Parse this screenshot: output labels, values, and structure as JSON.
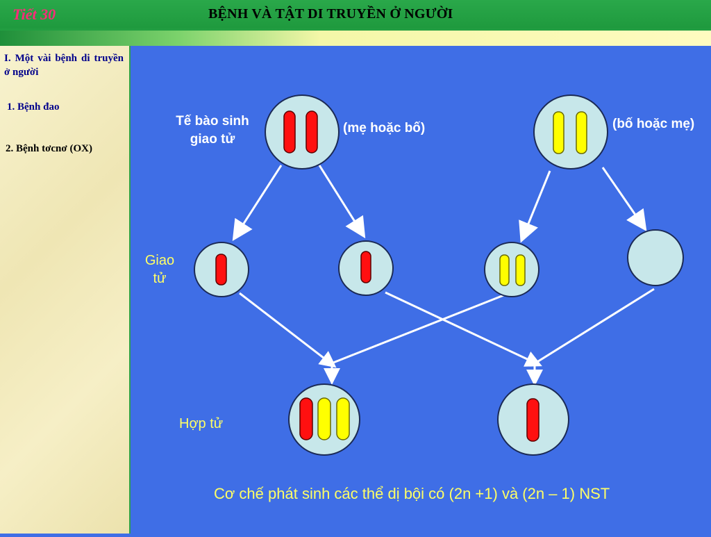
{
  "header": {
    "lesson": "Tiết 30",
    "title": "BỆNH VÀ TẬT DI TRUYỀN Ở  NGƯỜI"
  },
  "sidebar": {
    "section": "I. Một vài bệnh di truyền ở người",
    "items": [
      "1. Bệnh đao",
      "2. Bệnh tơcnơ (OX)"
    ]
  },
  "diagram": {
    "labels": {
      "germ_cell": "Tế bào sinh giao tử",
      "mother_or_father": "(mẹ hoặc bố)",
      "father_or_mother": "(bố hoặc mẹ)",
      "gamete": "Giao tử",
      "zygote": "Hợp tử"
    },
    "caption": "Cơ chế phát sinh các thể dị bội có (2n +1) và (2n – 1) NST",
    "colors": {
      "background": "#3f6ee6",
      "cell": "#c7e7ea",
      "chromosome_red": "#ff1010",
      "chromosome_yellow": "#ffff00",
      "arrow": "#ffffff"
    }
  }
}
